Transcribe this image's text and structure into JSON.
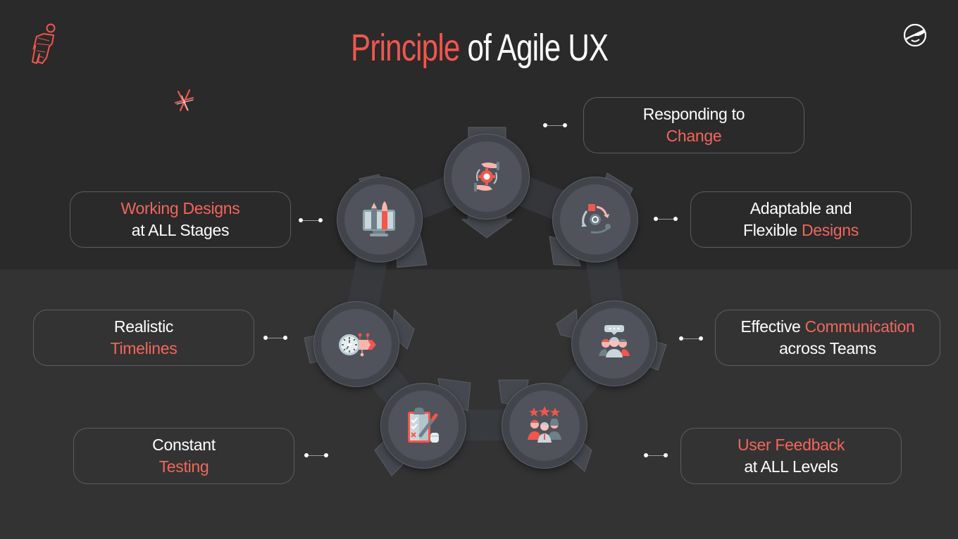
{
  "title": {
    "accent": "Principle",
    "rest": "of Agile UX"
  },
  "colors": {
    "accent": "#f2564c",
    "background_top": "#2a2a2a",
    "background_bottom": "#333333",
    "node_outer": "#41444a",
    "node_inner": "#50535b",
    "card_border": "#5a5d63"
  },
  "decorations": {
    "top_left": "walking-figure-icon",
    "top_right": "sunglasses-smiley-icon",
    "sparkle": "asterisk-sparkle-icon"
  },
  "principles": [
    {
      "id": "responding-to-change",
      "icon": "hands-gear-cycle-icon",
      "line1": [
        {
          "text": "Responding to",
          "hl": false
        }
      ],
      "line2": [
        {
          "text": "Change",
          "hl": true
        }
      ],
      "l1a": "Responding to",
      "l1b": "",
      "l2a": "",
      "l2b": "Change"
    },
    {
      "id": "adaptable-flexible-designs",
      "icon": "adaptive-cycle-gear-icon",
      "l1a": "Adaptable and",
      "l1b": "",
      "l2a": "Flexible ",
      "l2b": "Designs"
    },
    {
      "id": "effective-communication",
      "icon": "team-chat-icon",
      "l1a": "Effective ",
      "l1b": "Communication",
      "l2a": "across Teams",
      "l2b": ""
    },
    {
      "id": "user-feedback",
      "icon": "users-rating-stars-icon",
      "l1a": "",
      "l1b": "User Feedback",
      "l2a": "at ALL Levels",
      "l2b": ""
    },
    {
      "id": "constant-testing",
      "icon": "checklist-clipboard-icon",
      "l1a": "Constant",
      "l1b": "",
      "l2a": "",
      "l2b": "Testing"
    },
    {
      "id": "realistic-timelines",
      "icon": "stopwatch-timeline-icon",
      "l1a": "Realistic",
      "l1b": "",
      "l2a": "",
      "l2b": "Timelines"
    },
    {
      "id": "working-designs",
      "icon": "design-monitor-pencil-brush-icon",
      "l1a": "",
      "l1b": "Working Designs",
      "l2a": "at ALL Stages",
      "l2b": ""
    }
  ]
}
